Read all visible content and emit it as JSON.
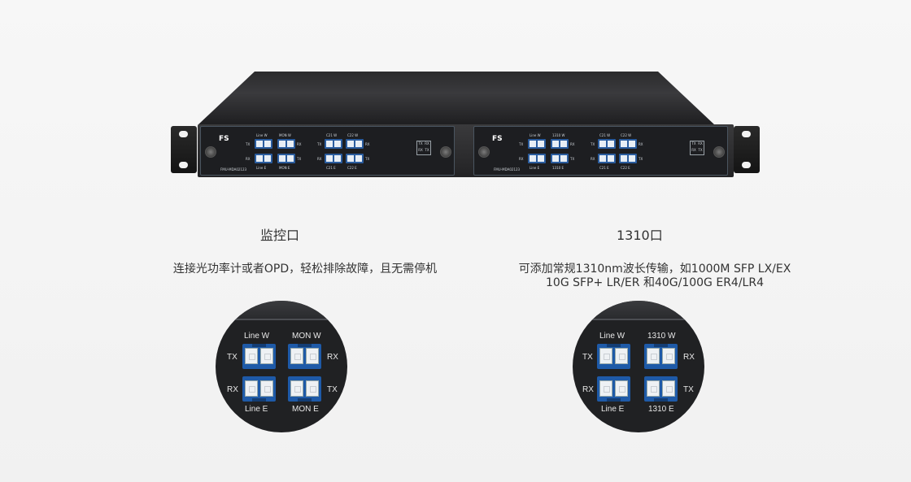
{
  "device": {
    "brand": "FS",
    "left_module": {
      "model": "FMU-MDA02123",
      "labels_top": [
        "Line W",
        "MON W",
        "C21 W",
        "C22 W"
      ],
      "labels_bottom": [
        "Line E",
        "MON E",
        "C21 E",
        "C22 E"
      ],
      "tx": "TX",
      "rx": "RX"
    },
    "right_module": {
      "model": "FMU-MDA02123",
      "labels_top": [
        "Line W",
        "1310 W",
        "C21 W",
        "C22 W"
      ],
      "labels_bottom": [
        "Line E",
        "1310 E",
        "C21 E",
        "C22 E"
      ],
      "tx": "TX",
      "rx": "RX"
    }
  },
  "left": {
    "heading": "监控口",
    "caption": "连接光功率计或者OPD，轻松排除故障，且无需停机",
    "zoom": {
      "top_left": "Line W",
      "top_right": "MON W",
      "bottom_left": "Line E",
      "bottom_right": "MON E",
      "tx": "TX",
      "rx": "RX"
    }
  },
  "right": {
    "heading": "1310口",
    "caption_line1": "可添加常规1310nm波长传输，如1000M SFP LX/EX",
    "caption_line2": "10G SFP+ LR/ER 和40G/100G ER4/LR4",
    "zoom": {
      "top_left": "Line W",
      "top_right": "1310 W",
      "bottom_left": "Line E",
      "bottom_right": "1310 E",
      "tx": "TX",
      "rx": "RX"
    }
  }
}
